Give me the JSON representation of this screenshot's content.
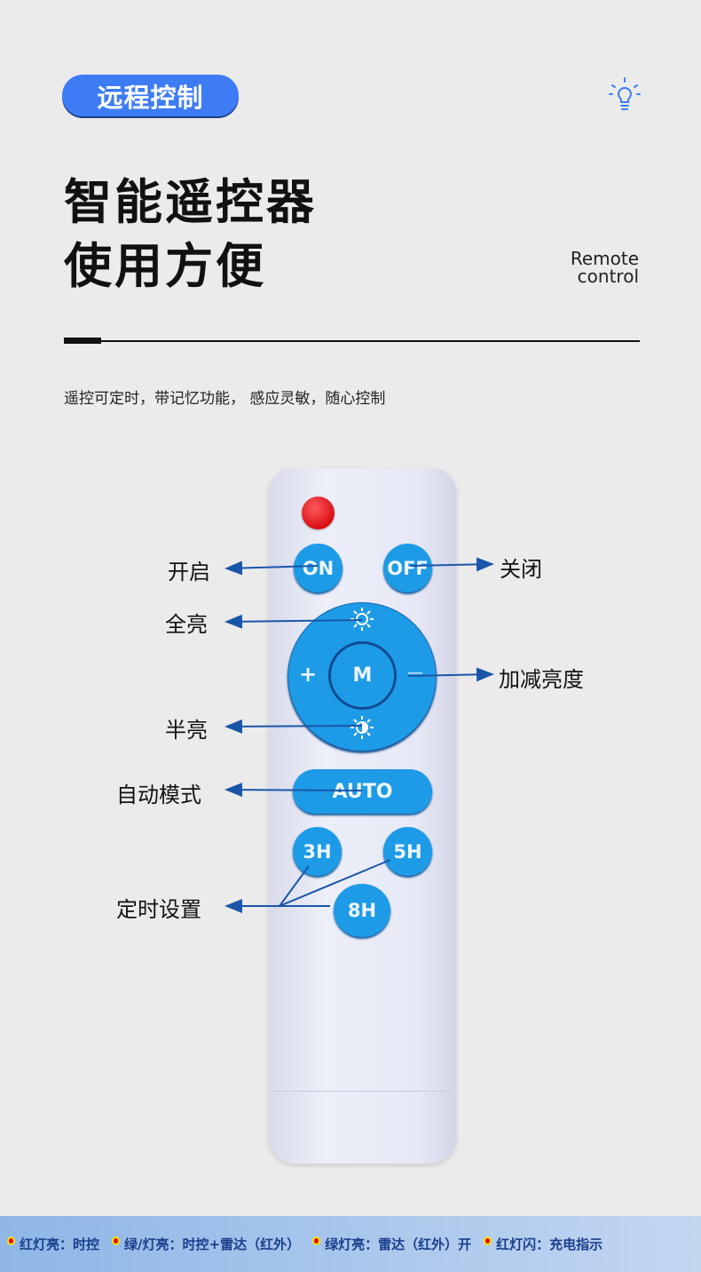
{
  "header": {
    "badge": "远程控制",
    "bulb_icon": "lightbulb-icon"
  },
  "title": {
    "line1": "智能遥控器",
    "line2": "使用方便",
    "en_line1": "Remote",
    "en_line2": "control"
  },
  "description": "遥控可定时，带记忆功能， 感应灵敏，随心控制",
  "remote": {
    "on": "ON",
    "off": "OFF",
    "plus": "+",
    "minus": "—",
    "m": "M",
    "auto": "AUTO",
    "t3": "3H",
    "t5": "5H",
    "t8": "8H"
  },
  "labels": {
    "on": "开启",
    "off": "关闭",
    "full": "全亮",
    "dim": "加减亮度",
    "half": "半亮",
    "auto": "自动模式",
    "timer": "定时设置"
  },
  "legend": [
    "红灯亮：时控",
    "绿/灯亮：时控+雷达（红外）",
    "绿灯亮：雷达（红外）开",
    "红灯闪：充电指示"
  ],
  "colors": {
    "accent": "#3d7cf5",
    "button": "#1e9be6",
    "arrow": "#1a56a8"
  }
}
